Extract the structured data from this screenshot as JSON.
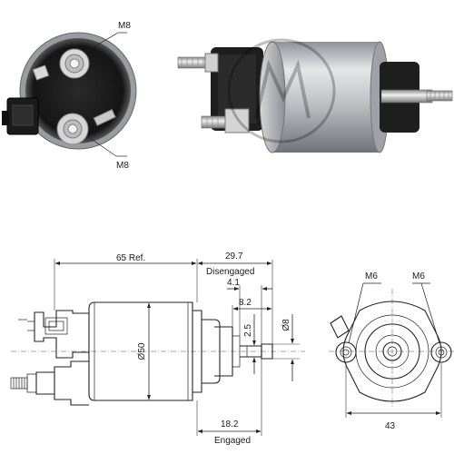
{
  "photo_front": {
    "callout_top": "M8",
    "callout_bottom": "M8"
  },
  "side_view": {
    "dim_overall": "65 Ref.",
    "dim_disengaged_value": "29.7",
    "dim_disengaged_label": "Disengaged",
    "dim_a": "4.1",
    "dim_b": "8.2",
    "dim_c": "2.5",
    "dim_plunger_dia": "Ø8",
    "dim_body_dia": "Ø50",
    "dim_engaged_value": "18.2",
    "dim_engaged_label": "Engaged"
  },
  "end_view": {
    "thread_left": "M6",
    "thread_right": "M6",
    "dim_width": "43"
  },
  "colors": {
    "body_silver": "#b9bcbf",
    "line": "#222222",
    "plastic_black": "#1c1c1c"
  }
}
